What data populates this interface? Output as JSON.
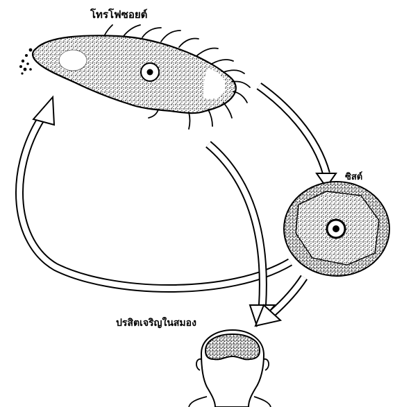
{
  "labels": {
    "trophozoite": "โทรโฟซอยต์",
    "cyst": "ซิสต์",
    "brain": "ปรสิตเจริญในสมอง"
  }
}
